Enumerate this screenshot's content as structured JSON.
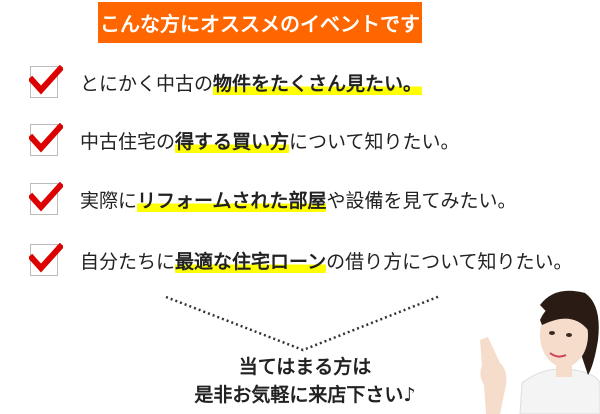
{
  "banner": {
    "title": "こんな方にオススメのイベントです"
  },
  "items": [
    {
      "pre": "とにかく中古の",
      "bold": "物件をたくさん見たい。",
      "post": ""
    },
    {
      "pre": "中古住宅の",
      "bold": "得する買い方",
      "post": "について知りたい。"
    },
    {
      "pre": "実際に",
      "bold": "リフォームされた部屋",
      "post": "や設備を見てみたい。"
    },
    {
      "pre": "自分たちに",
      "bold": "最適な住宅ローン",
      "post": "の借り方について知りたい。"
    }
  ],
  "closing": {
    "line1": "当てはまる方は",
    "line2": "是非お気軽に来店下さい♪"
  },
  "colors": {
    "banner": "#ff6600",
    "check": "#dd0000",
    "highlight": "#ffff00"
  }
}
